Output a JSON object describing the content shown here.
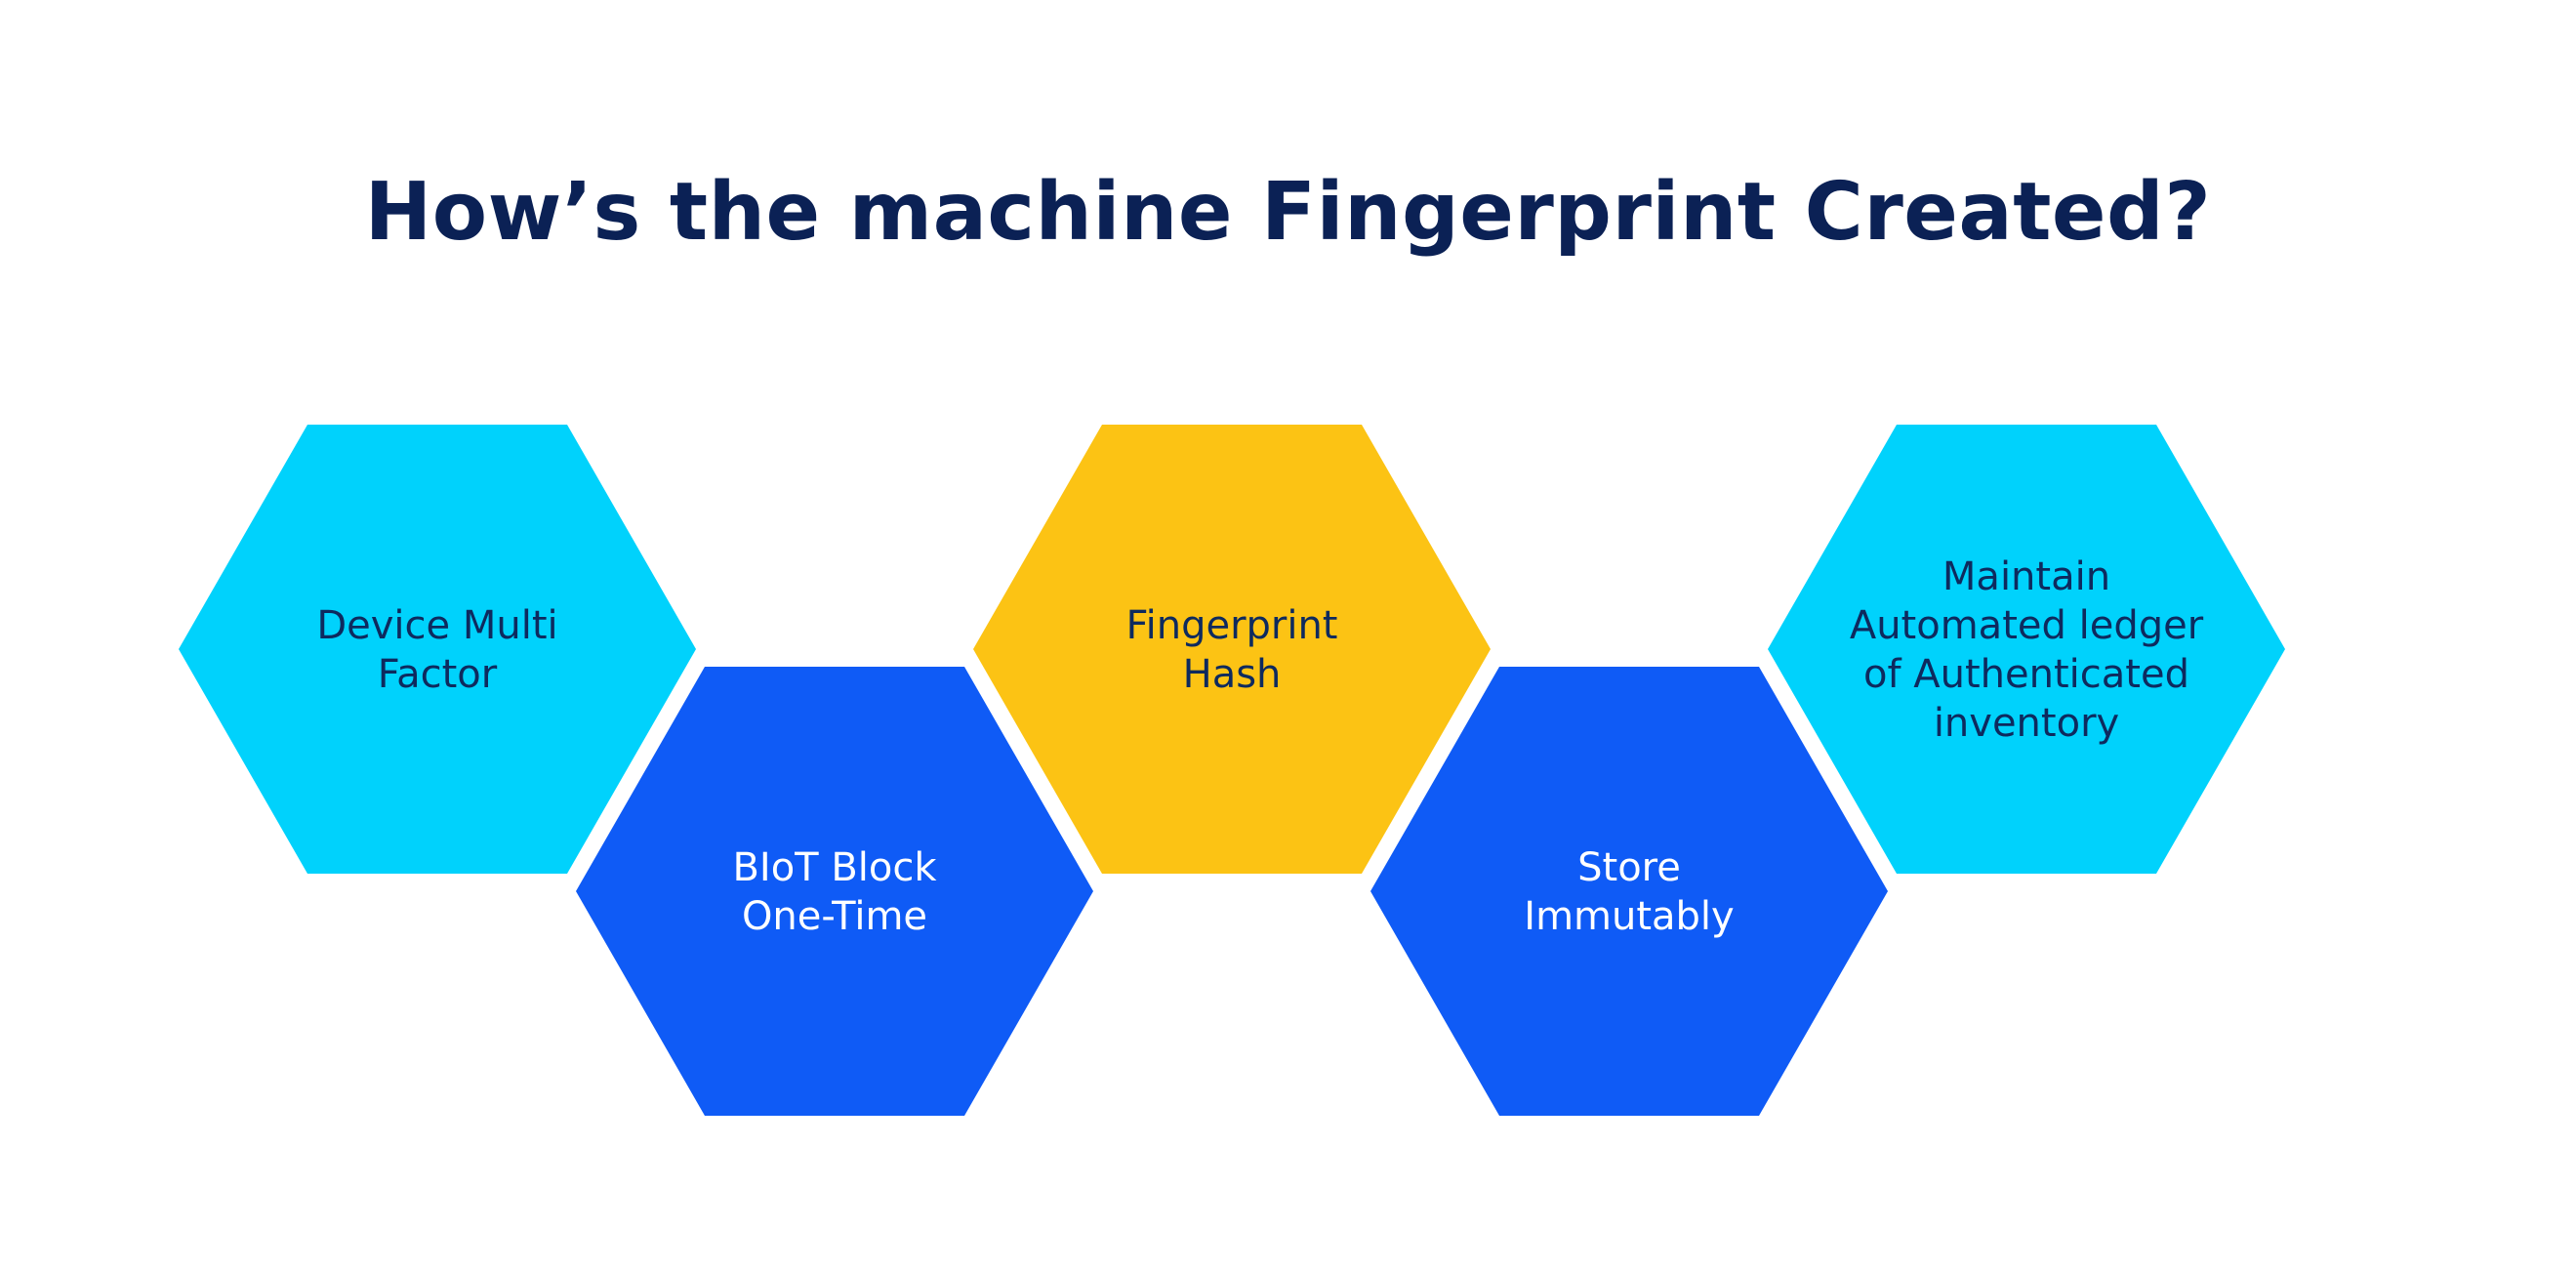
{
  "title": "How’s the machine Fingerprint Created?",
  "colors": {
    "title": "#0b2155",
    "cyan": "#00d2fc",
    "blue": "#0f5bf6",
    "yellow": "#fcc314",
    "dark_text": "#0e2a5e",
    "light_text": "#ffffff"
  },
  "hexagons": [
    {
      "lines": [
        "Device Multi",
        "Factor"
      ],
      "fill": "#00d2fc",
      "text": "#0e2a5e"
    },
    {
      "lines": [
        "BIoT Block",
        "One-Time"
      ],
      "fill": "#0f5bf6",
      "text": "#ffffff"
    },
    {
      "lines": [
        "Fingerprint",
        "Hash"
      ],
      "fill": "#fcc314",
      "text": "#0e2a5e"
    },
    {
      "lines": [
        "Store",
        "Immutably"
      ],
      "fill": "#0f5bf6",
      "text": "#ffffff"
    },
    {
      "lines": [
        "Maintain",
        "Automated ledger",
        "of Authenticated",
        "inventory"
      ],
      "fill": "#00d2fc",
      "text": "#0e2a5e"
    }
  ]
}
